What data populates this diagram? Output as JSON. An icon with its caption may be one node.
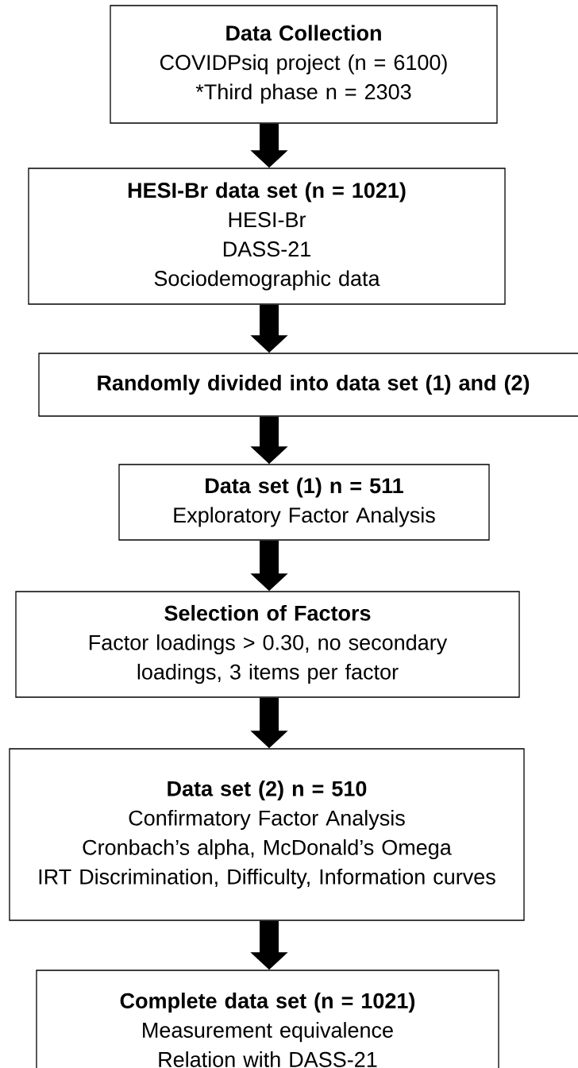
{
  "diagram": {
    "nodes": [
      {
        "text": [
          "Data Collection",
          "COVIDPsiq project (n = 6100)",
          "*Third phase n = 2303"
        ]
      },
      {
        "text": [
          "HESI-Br data set (n = 1021)",
          "HESI-Br",
          "DASS-21",
          "Sociodemographic data"
        ]
      },
      {
        "text": [
          "Randomly divided into data set (1) and (2)"
        ]
      },
      {
        "text": [
          "Data set (1) n = 511",
          "Exploratory Factor Analysis"
        ]
      },
      {
        "text": [
          "Selection of Factors",
          "Factor loadings > 0.30, no secondary loadings, 3 items per factor"
        ]
      },
      {
        "text": [
          "Data set (2) n = 510",
          "Confirmatory Factor Analysis",
          "Cronbach’s alpha, McDonald’s Omega",
          "IRT Discrimination, Difficulty, Information curves"
        ]
      },
      {
        "text": [
          "Complete data set (n = 1021)",
          "Measurement equivalence",
          "Relation with DASS-21"
        ]
      }
    ],
    "edges": [
      {
        "from": 0,
        "to": 1,
        "arrow": "to"
      },
      {
        "from": 1,
        "to": 2,
        "arrow": "to"
      },
      {
        "from": 2,
        "to": 3,
        "arrow": "to"
      },
      {
        "from": 3,
        "to": 4,
        "arrow": "to"
      },
      {
        "from": 4,
        "to": 5,
        "arrow": "to"
      },
      {
        "from": 5,
        "to": 6,
        "arrow": "to"
      }
    ]
  }
}
